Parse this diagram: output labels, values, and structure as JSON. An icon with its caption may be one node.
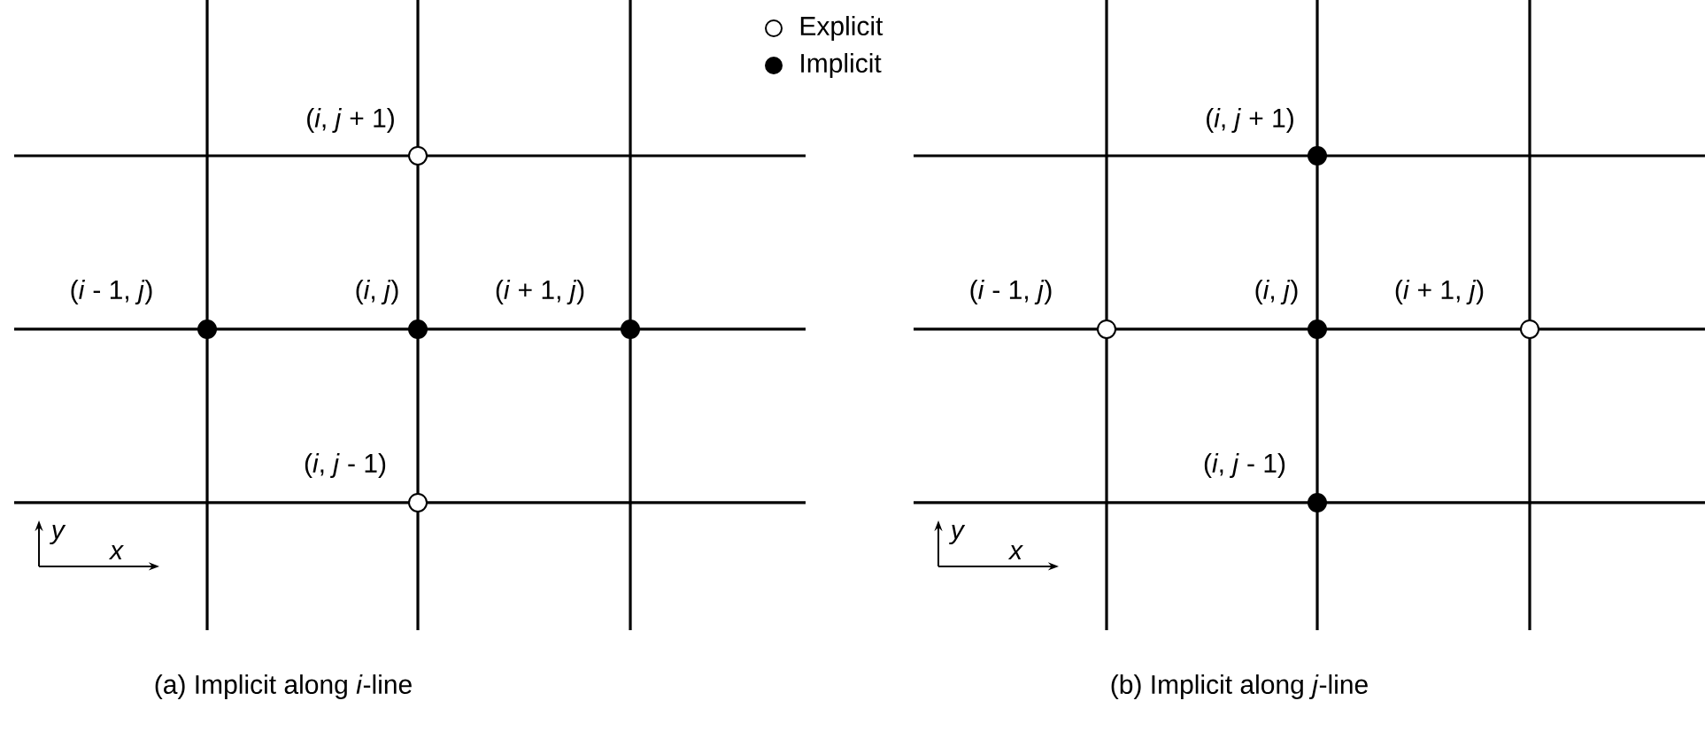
{
  "diagram": {
    "nodes": [
      {
        "text": [],
        "shape": "circle",
        "beside": [
          "(*i*, *j* + 1)"
        ]
      },
      {
        "text": [],
        "shape": "dot",
        "beside": [
          "(*i* - 1, *j*)"
        ]
      },
      {
        "text": [],
        "shape": "dot",
        "beside": [
          "(*i*, *j*)"
        ]
      },
      {
        "text": [],
        "shape": "dot",
        "beside": [
          "(*i* + 1, *j*)"
        ]
      },
      {
        "text": [],
        "shape": "circle",
        "beside": [
          "(*i*, *j* - 1)"
        ]
      },
      {
        "text": [],
        "shape": "dot",
        "beside": [
          "(*i*, *j* + 1)"
        ]
      },
      {
        "text": [],
        "shape": "circle",
        "beside": [
          "(*i* - 1, *j*)"
        ]
      },
      {
        "text": [],
        "shape": "dot",
        "beside": [
          "(*i*, *j*)"
        ]
      },
      {
        "text": [],
        "shape": "circle",
        "beside": [
          "(*i* + 1, *j*)"
        ]
      },
      {
        "text": [],
        "shape": "dot",
        "beside": [
          "(*i*, *j* - 1)"
        ]
      }
    ],
    "edges": [],
    "labels": [
      "*y*",
      "*x*",
      "*y*",
      "*x*",
      "(a) Implicit along *i*-line",
      "(b) Implicit along *j*-line"
    ],
    "legend": [
      {
        "text": "Explicit"
      },
      {
        "text": "Implicit"
      }
    ]
  }
}
